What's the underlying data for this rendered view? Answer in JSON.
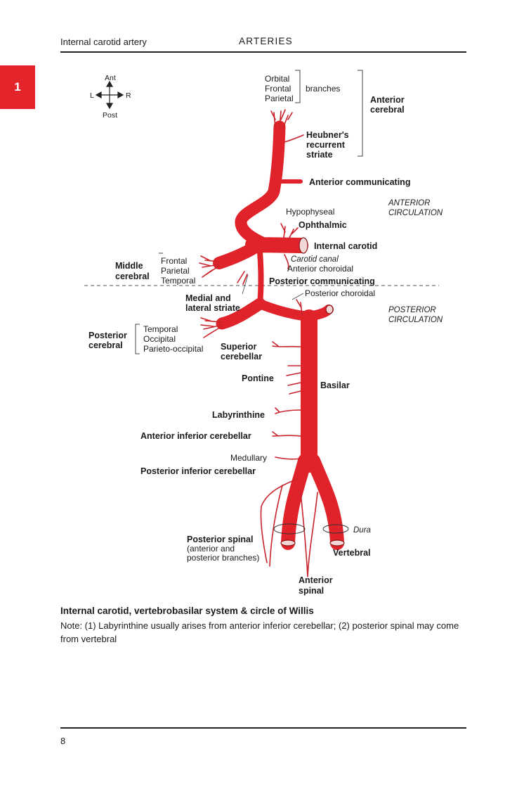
{
  "header": {
    "left": "Internal carotid artery",
    "center": "ARTERIES"
  },
  "tab": {
    "label": "1"
  },
  "compass": {
    "ant": "Ant",
    "post": "Post",
    "left": "L",
    "right": "R"
  },
  "labels": {
    "orbital": "Orbital",
    "frontal_top": "Frontal",
    "parietal_top": "Parietal",
    "branches": "branches",
    "anterior_cerebral_1": "Anterior",
    "anterior_cerebral_2": "cerebral",
    "heubner_1": "Heubner's",
    "heubner_2": "recurrent",
    "heubner_3": "striate",
    "anterior_communicating": "Anterior communicating",
    "anterior_circulation_1": "ANTERIOR",
    "anterior_circulation_2": "CIRCULATION",
    "hypophyseal": "Hypophyseal",
    "ophthalmic": "Ophthalmic",
    "internal_carotid": "Internal carotid",
    "carotid_canal": "Carotid canal",
    "anterior_choroidal": "Anterior choroidal",
    "middle_cerebral_1": "Middle",
    "middle_cerebral_2": "cerebral",
    "mc_frontal": "Frontal",
    "mc_parietal": "Parietal",
    "mc_temporal": "Temporal",
    "posterior_communicating": "Posterior communicating",
    "medial_lateral_1": "Medial and",
    "medial_lateral_2": "lateral striate",
    "posterior_choroidal": "Posterior choroidal",
    "posterior_circulation_1": "POSTERIOR",
    "posterior_circulation_2": "CIRCULATION",
    "posterior_cerebral_1": "Posterior",
    "posterior_cerebral_2": "cerebral",
    "pc_temporal": "Temporal",
    "pc_occipital": "Occipital",
    "pc_parieto_occipital": "Parieto-occipital",
    "superior_cerebellar_1": "Superior",
    "superior_cerebellar_2": "cerebellar",
    "pontine": "Pontine",
    "basilar": "Basilar",
    "labyrinthine": "Labyrinthine",
    "aica": "Anterior inferior cerebellar",
    "medullary": "Medullary",
    "pica": "Posterior inferior cerebellar",
    "dura": "Dura",
    "posterior_spinal_1": "Posterior spinal",
    "posterior_spinal_2": "(anterior and",
    "posterior_spinal_3": "posterior branches)",
    "vertebral": "Vertebral",
    "anterior_spinal_1": "Anterior",
    "anterior_spinal_2": "spinal"
  },
  "caption": {
    "title": "Internal carotid, vertebrobasilar system & circle of Willis",
    "note": "Note: (1) Labyrinthine usually arises from anterior inferior cerebellar; (2) posterior spinal may come from vertebral"
  },
  "page_number": "8",
  "colors": {
    "artery": "#e0232a",
    "accent_tab": "#e3252b",
    "text": "#1a1a1a"
  }
}
